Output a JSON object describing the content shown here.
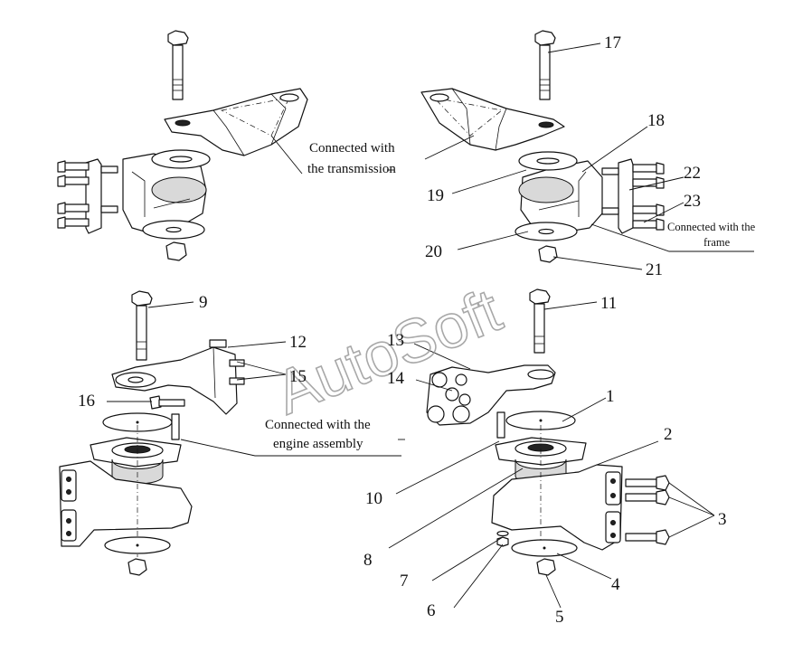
{
  "watermark": "AutoSoft",
  "captions": {
    "transmission_line1": "Connected with",
    "transmission_line2": "the transmission",
    "frame_line1": "Connected with the",
    "frame_line2": "frame",
    "engine_line1": "Connected with the",
    "engine_line2": "engine assembly"
  },
  "callouts": {
    "n1": "1",
    "n2": "2",
    "n3": "3",
    "n4": "4",
    "n5": "5",
    "n6": "6",
    "n7": "7",
    "n8": "8",
    "n9": "9",
    "n10": "10",
    "n11": "11",
    "n12": "12",
    "n13": "13",
    "n14": "14",
    "n15": "15",
    "n16": "16",
    "n17": "17",
    "n18": "18",
    "n19": "19",
    "n20": "20",
    "n21": "21",
    "n22": "22",
    "n23": "23"
  }
}
